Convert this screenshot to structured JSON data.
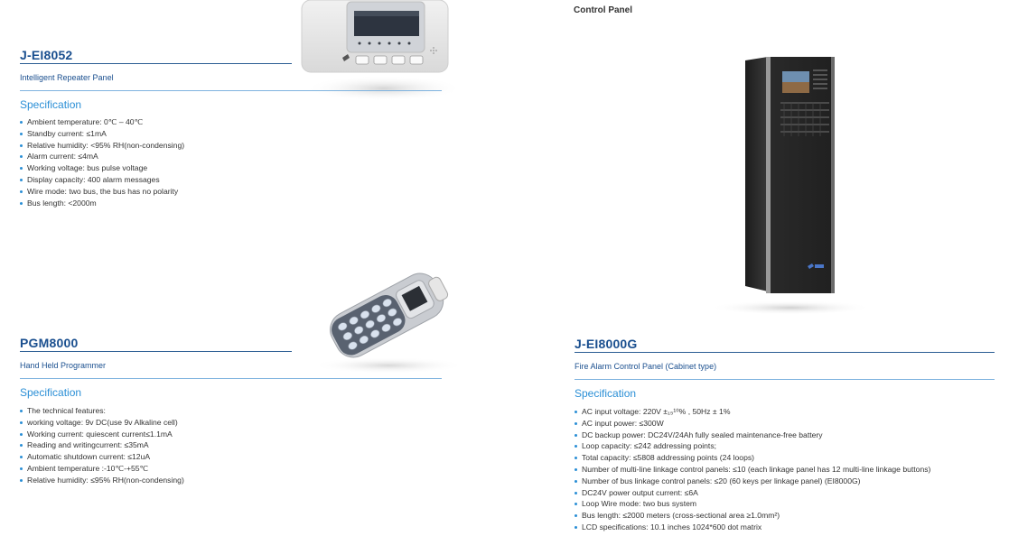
{
  "left_top": {
    "model": "J-EI8052",
    "subtitle": "Intelligent Repeater Panel",
    "spec_title": "Specification",
    "specs": [
      "Ambient temperature: 0℃ – 40℃",
      "Standby current: ≤1mA",
      "Relative humidity: <95% RH(non-condensing)",
      "Alarm current: ≤4mA",
      "Working voltage: bus pulse voltage",
      "Display capacity: 400 alarm messages",
      "Wire mode: two bus, the bus has no polarity",
      "Bus length: <2000m"
    ]
  },
  "left_bottom": {
    "model": "PGM8000",
    "subtitle": "Hand Held Programmer",
    "spec_title": "Specification",
    "specs": [
      "The technical features:",
      "working voltage: 9v DC(use 9v Alkaline cell)",
      "Working current: quiescent current≤1.1mA",
      "Reading and writingcurrent: ≤35mA",
      "Automatic shutdown current: ≤12uA",
      "Ambient temperature :-10℃-+55℃",
      "Relative humidity: ≤95% RH(non-condensing)"
    ]
  },
  "right": {
    "section_title": "Control Panel",
    "model": "J-EI8000G",
    "subtitle": "Fire Alarm Control Panel (Cabinet type)",
    "spec_title": "Specification",
    "specs": [
      "AC input voltage: 220V ±₁₅¹⁰%   , 50Hz ± 1%",
      "AC input power: ≤300W",
      "DC backup power: DC24V/24Ah fully sealed maintenance-free battery",
      "Loop capacity: ≤242 addressing points;",
      "Total capacity: ≤5808 addressing points (24 loops)",
      "Number of multi-line linkage control panels: ≤10 (each linkage panel has 12 multi-line linkage buttons)",
      "Number of bus linkage control panels: ≤20 (60 keys per linkage panel) (EI8000G)",
      "DC24V power output current: ≤6A",
      "Loop Wire mode: two bus system",
      "Bus length: ≤2000 meters (cross-sectional area ≥1.0mm²)",
      "LCD specifications: 10.1 inches 1024*600 dot matrix"
    ]
  },
  "colors": {
    "model": "#1a4f8f",
    "spec_title": "#2b8fd6",
    "rule_dark": "#2b5d93",
    "rule_light": "#7fb3df",
    "text": "#333333"
  }
}
